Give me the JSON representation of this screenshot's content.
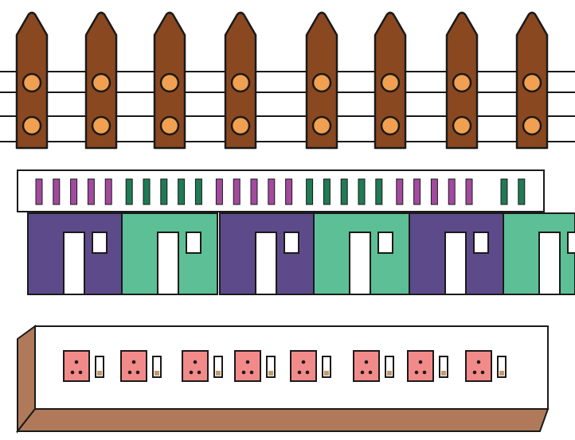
{
  "fence": {
    "post_count": 8,
    "bolts_per_post": 2,
    "rails": 4,
    "colors": {
      "post": "#8a4820",
      "bolt": "#f0a050",
      "outline": "#1a1a1a",
      "rail": "#1a1a1a"
    }
  },
  "barcode": {
    "groups": [
      {
        "color": "#a24a9e",
        "count": 5
      },
      {
        "color": "#1f7a55",
        "count": 5
      },
      {
        "color": "#a24a9e",
        "count": 5
      },
      {
        "color": "#1f7a55",
        "count": 5
      },
      {
        "color": "#a24a9e",
        "count": 5
      },
      {
        "color": "#1f7a55",
        "count": 2
      }
    ]
  },
  "houses": {
    "sequence": [
      "purple",
      "green",
      "purple",
      "green",
      "purple",
      "green"
    ],
    "colors": {
      "purple": "#5d4a8a",
      "green": "#5cbf96",
      "door": "#ffffff"
    }
  },
  "power_strip": {
    "socket_count": 8,
    "colors": {
      "socket": "#f28a8a",
      "face": "#ffffff",
      "side": "#b07a5a",
      "switch_light": "#c49a6c"
    }
  }
}
